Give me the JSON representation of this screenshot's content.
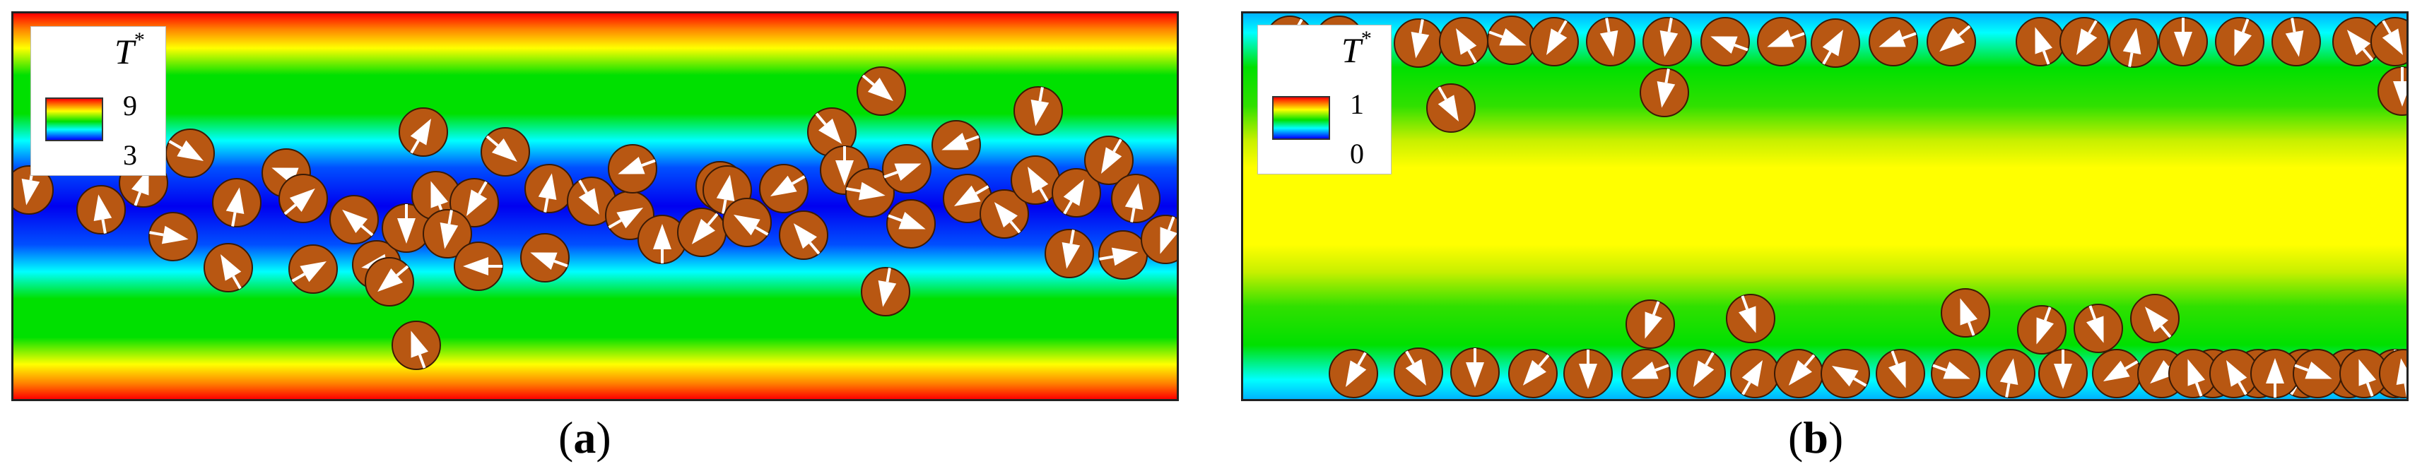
{
  "colors": {
    "particle_fill": "#b85712",
    "particle_stroke": "#3a1a05",
    "arrow": "#ffffff",
    "hot": "#ff0000",
    "warm": "#ffff00",
    "mid": "#00e000",
    "cool": "#00ffff",
    "cold": "#0000ff"
  },
  "panels": [
    {
      "id": "a",
      "caption_label": "a",
      "legend": {
        "symbol": "T",
        "symbol_superscript": "*",
        "max_label": "9",
        "min_label": "3"
      },
      "particle_count": 51,
      "particle_angles": [
        100,
        260,
        290,
        30,
        10,
        280,
        200,
        240,
        320,
        330,
        170,
        90,
        220,
        300,
        140,
        250,
        120,
        100,
        180,
        40,
        280,
        200,
        60,
        330,
        270,
        160,
        290,
        280,
        130,
        210,
        150,
        50,
        230,
        90,
        10,
        100,
        20,
        340,
        40,
        150,
        160,
        230,
        240,
        100,
        300,
        120,
        280,
        100,
        350,
        110,
        250
      ]
    },
    {
      "id": "b",
      "caption_label": "b",
      "legend": {
        "symbol": "T",
        "symbol_superscript": "*",
        "max_label": "1",
        "min_label": "0"
      },
      "particle_count": 58,
      "particle_angles": [
        120,
        100,
        240,
        20,
        120,
        80,
        100,
        200,
        160,
        300,
        160,
        140,
        250,
        280,
        90,
        110,
        80,
        230,
        60,
        60,
        100,
        90,
        120,
        60,
        90,
        130,
        90,
        160,
        120,
        300,
        130,
        210,
        70,
        20,
        280,
        90,
        150,
        140,
        120,
        120,
        300,
        220,
        90,
        110,
        70,
        250,
        110,
        70,
        230,
        250,
        240,
        270,
        20,
        250,
        260,
        40,
        120,
        150
      ]
    }
  ]
}
